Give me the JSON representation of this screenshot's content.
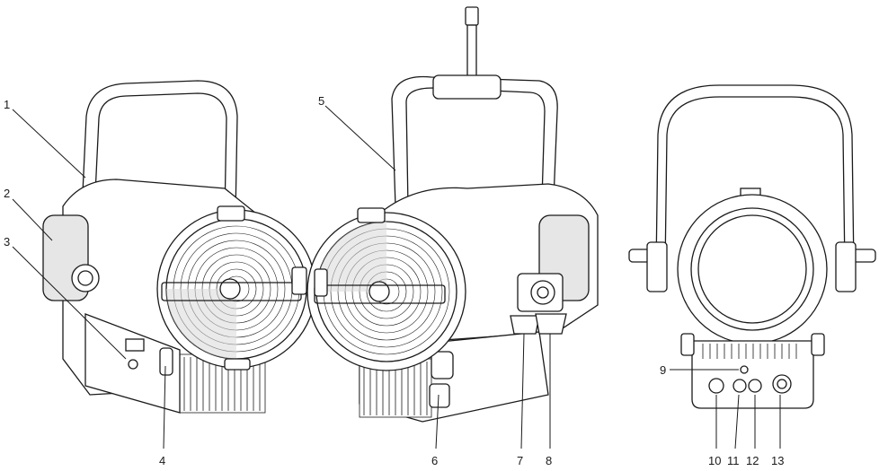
{
  "diagram": {
    "views": [
      "left-three-quarter-view",
      "right-three-quarter-view",
      "rear-view"
    ],
    "callouts": [
      {
        "id": "c1",
        "label": "1"
      },
      {
        "id": "c2",
        "label": "2"
      },
      {
        "id": "c3",
        "label": "3"
      },
      {
        "id": "c4",
        "label": "4"
      },
      {
        "id": "c5",
        "label": "5"
      },
      {
        "id": "c6",
        "label": "6"
      },
      {
        "id": "c7",
        "label": "7"
      },
      {
        "id": "c8",
        "label": "8"
      },
      {
        "id": "c9",
        "label": "9"
      },
      {
        "id": "c10",
        "label": "10"
      },
      {
        "id": "c11",
        "label": "11"
      },
      {
        "id": "c12",
        "label": "12"
      },
      {
        "id": "c13",
        "label": "13"
      }
    ],
    "colors": {
      "line": "#1a1a1a",
      "fill": "#ffffff",
      "shade": "#d9d9d9"
    }
  }
}
